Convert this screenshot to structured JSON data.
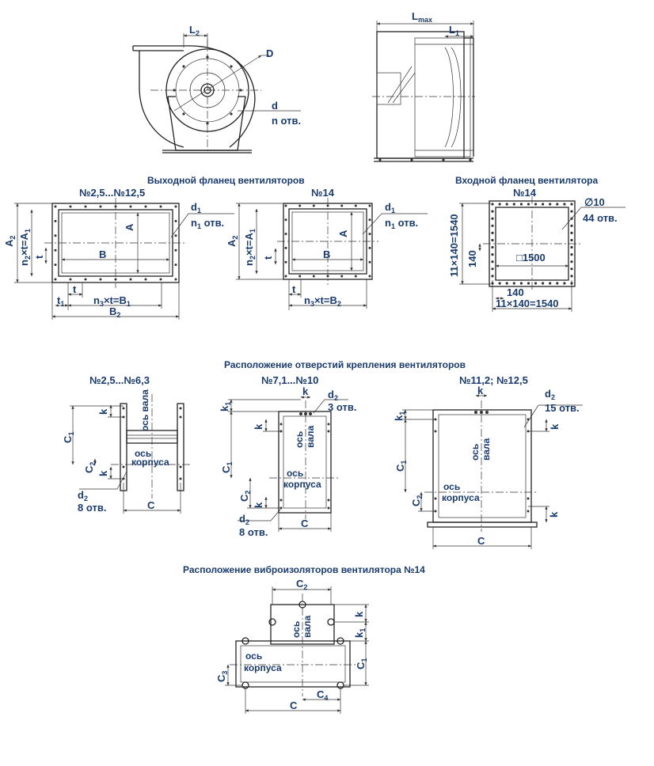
{
  "headings": {
    "outlet_flange": "Выходной фланец вентиляторов",
    "inlet_flange": "Входной фланец вентилятора",
    "mount_holes": "Расположение отверстий крепления вентиляторов",
    "vibro": "Расположение виброизоляторов вентилятора №14"
  },
  "top": {
    "L2": "L",
    "L2_sub": "2",
    "D": "D",
    "d": "d",
    "n_holes": "n отв.",
    "Lmax": "L",
    "Lmax_sub": "max",
    "L1": "L",
    "L1_sub": "1"
  },
  "outlet_a": {
    "title": "№2,5...№12,5",
    "A2": "A",
    "A2_sub": "2",
    "n2t": "n",
    "n2t_sub": "2",
    "n2t_rest": "×t=A",
    "n2t_sub2": "1",
    "t_left": "t",
    "A": "A",
    "B": "B",
    "d1": "d",
    "d1_sub": "1",
    "n1": "n",
    "n1_sub": "1",
    "n1_rest": " отв.",
    "t_bottom": "t",
    "t1": "t",
    "t1_sub": "1",
    "n3t": "n",
    "n3t_sub": "3",
    "n3t_rest": "×t=B",
    "n3t_sub2": "1",
    "B2": "B",
    "B2_sub": "2"
  },
  "outlet_b": {
    "title": "№14",
    "A2": "A",
    "A2_sub": "2",
    "n2t": "n",
    "n2t_sub": "2",
    "n2t_rest": "×t=A",
    "n2t_sub2": "1",
    "t_left": "t",
    "A": "A",
    "B": "B",
    "d1": "d",
    "d1_sub": "1",
    "n1": "n",
    "n1_sub": "1",
    "n1_rest": " отв.",
    "t_bottom": "t",
    "n3t": "n",
    "n3t_sub": "3",
    "n3t_rest": "×t=B",
    "n3t_sub2": "2"
  },
  "inlet": {
    "title": "№14",
    "dia": "∅10",
    "holes": "44 отв.",
    "height": "11×140=1540",
    "step_v": "140",
    "square": "□1500",
    "step_h": "140",
    "width": "11×140=1540"
  },
  "mount_a": {
    "title": "№2,5...№6,3",
    "k1": "k",
    "axis_shaft": "ось вала",
    "C1": "C",
    "C1_sub": "1",
    "C2": "C",
    "C2_sub": "2",
    "k2": "k",
    "axis_body_1": "ось",
    "axis_body_2": "корпуса",
    "d2": "d",
    "d2_sub": "2",
    "holes": "8 отв.",
    "C": "C"
  },
  "mount_b": {
    "title": "№7,1...№10",
    "k_top": "k",
    "d2": "d",
    "d2_sub": "2",
    "holes_top": "3 отв.",
    "k1": "k",
    "k1_sub": "1",
    "k_left": "k",
    "axis_shaft_1": "ось",
    "axis_shaft_2": "вала",
    "C1": "C",
    "C1_sub": "1",
    "axis_body_1": "ось",
    "axis_body_2": "корпуса",
    "C2": "C",
    "C2_sub": "2",
    "k_low": "k",
    "d2b": "d",
    "d2b_sub": "2",
    "holes_bot": "8 отв.",
    "C": "C"
  },
  "mount_c": {
    "title": "№11,2; №12,5",
    "k_top": "k",
    "d2": "d",
    "d2_sub": "2",
    "holes": "15 отв.",
    "k1": "k",
    "k1_sub": "1",
    "k_right": "k",
    "axis_shaft_1": "ось",
    "axis_shaft_2": "вала",
    "C1": "C",
    "C1_sub": "1",
    "axis_body_1": "ось",
    "axis_body_2": "корпуса",
    "C2": "C",
    "C2_sub": "2",
    "k_right2": "k",
    "C": "C"
  },
  "vibro": {
    "C2": "C",
    "C2_sub": "2",
    "k": "k",
    "k1": "k",
    "k1_sub": "1",
    "axis_shaft_1": "ось",
    "axis_shaft_2": "вала",
    "C1": "C",
    "C1_sub": "1",
    "axis_body_1": "ось",
    "axis_body_2": "корпуса",
    "C3": "C",
    "C3_sub": "3",
    "C4": "C",
    "C4_sub": "4",
    "C": "C"
  }
}
